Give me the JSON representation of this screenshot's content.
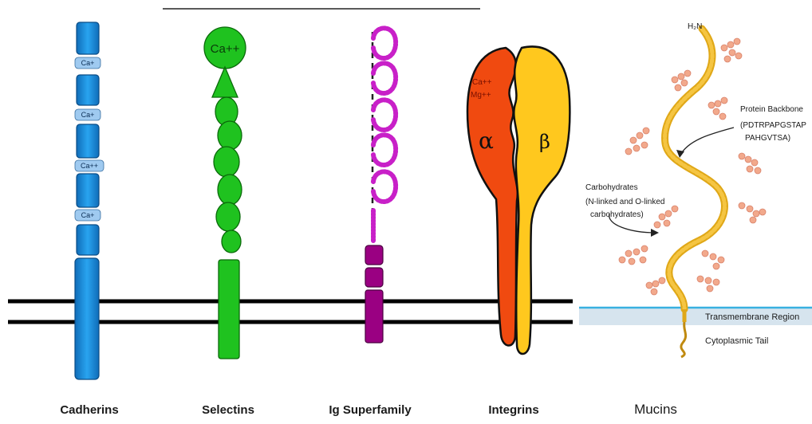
{
  "labels": {
    "cadherins": "Cadherins",
    "selectins": "Selectins",
    "ig_superfamily": "Ig Superfamily",
    "integrins": "Integrins",
    "mucins": "Mucins"
  },
  "cadherin_calcium": [
    "Ca+",
    "Ca+",
    "Ca++",
    "Ca+"
  ],
  "selectin_calcium": "Ca++",
  "integrin": {
    "alpha": "α",
    "beta": "β",
    "cation_1": "Ca++",
    "cation_2": "Mg++"
  },
  "mucin": {
    "n_terminus": "H₂N",
    "backbone_title": "Protein Backbone",
    "backbone_seq_1": "(PDTRPAPGSTAP",
    "backbone_seq_2": "PAHGVTSA)",
    "carb_title": "Carbohydrates",
    "carb_sub_1": "(N-linked and O-linked",
    "carb_sub_2": "carbohydrates)",
    "transmembrane": "Transmembrane Region",
    "cytoplasmic": "Cytoplasmic Tail"
  },
  "colors": {
    "cadherin": "#1e90e0",
    "selectin": "#1fc21f",
    "ig": "#c820c8",
    "ig_stalk": "#8a006e",
    "integrin_alpha": "#f04a10",
    "integrin_beta": "#ffc81e",
    "mucin_backbone": "#f5c542",
    "mucin_carb": "#f2a98c",
    "membrane_band": "#d6e4ee",
    "membrane_line": "#38b0e0"
  }
}
